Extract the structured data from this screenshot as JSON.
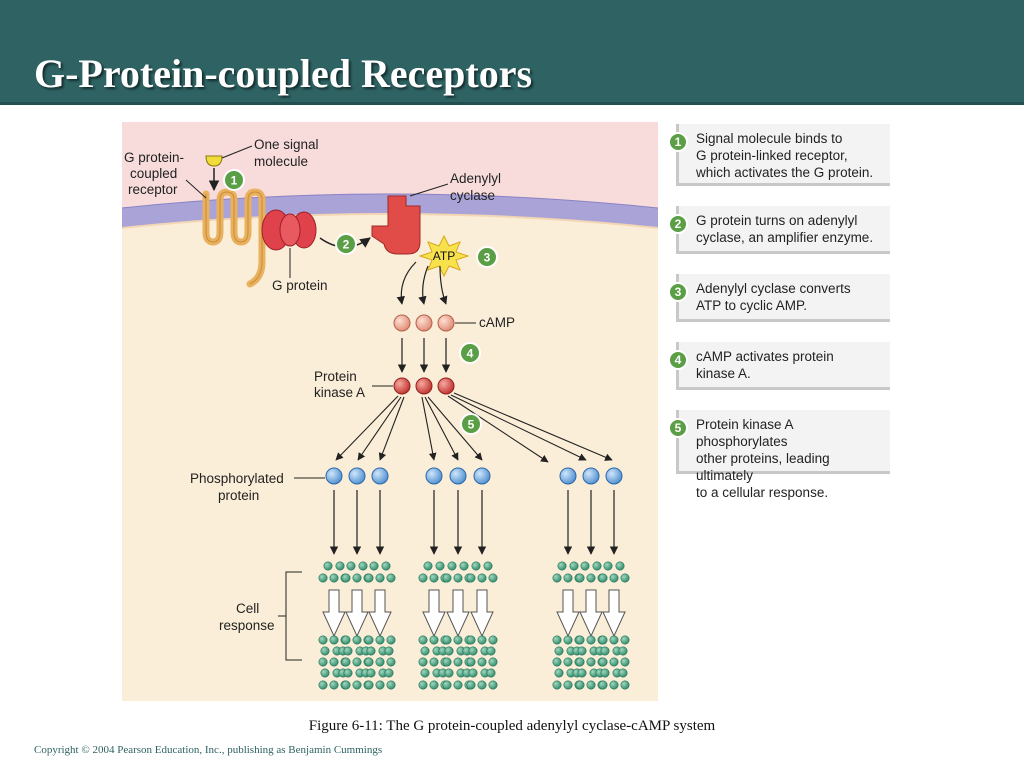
{
  "title": "G-Protein-coupled Receptors",
  "diagram": {
    "labels": {
      "receptor": [
        "G protein-",
        "coupled",
        "receptor"
      ],
      "signal_molecule": [
        "One signal",
        "molecule"
      ],
      "adenylyl_cyclase": [
        "Adenylyl",
        "cyclase"
      ],
      "g_protein": "G protein",
      "atp": "ATP",
      "camp": "cAMP",
      "protein_kinase_a": [
        "Protein",
        "kinase A"
      ],
      "phosphorylated_protein": [
        "Phosphorylated",
        "protein"
      ],
      "cell_response": [
        "Cell",
        "response"
      ]
    },
    "step_numbers": [
      "1",
      "2",
      "3",
      "4",
      "5"
    ]
  },
  "steps": [
    {
      "number": "1",
      "text": "Signal molecule binds to\nG protein-linked receptor,\nwhich activates the G protein."
    },
    {
      "number": "2",
      "text": "G protein turns on adenylyl\ncyclase, an amplifier enzyme."
    },
    {
      "number": "3",
      "text": "Adenylyl cyclase converts\nATP to cyclic AMP."
    },
    {
      "number": "4",
      "text": "cAMP activates protein\nkinase A."
    },
    {
      "number": "5",
      "text": "Protein kinase A phosphorylates\nother proteins, leading ultimately\nto a cellular response."
    }
  ],
  "caption": "Figure 6-11: The G protein-coupled adenylyl cyclase-cAMP system",
  "copyright": "Copyright © 2004 Pearson Education, Inc., publishing as Benjamin Cummings",
  "colors": {
    "title_bar": "#2e6263",
    "extracellular": "#f8dcdc",
    "cytoplasm": "#fbeed8",
    "membrane": "#a9a3d8",
    "receptor": "#e9b15e",
    "g_protein": "#e0424c",
    "adenylyl_cyclase": "#e24c48",
    "camp": "#eea18c",
    "protein_kinase_a": "#cf3b35",
    "phosphorylated_protein": "#5f9fd9",
    "response_dots": "#3f9a78",
    "step_badge": "#5a9e45"
  }
}
